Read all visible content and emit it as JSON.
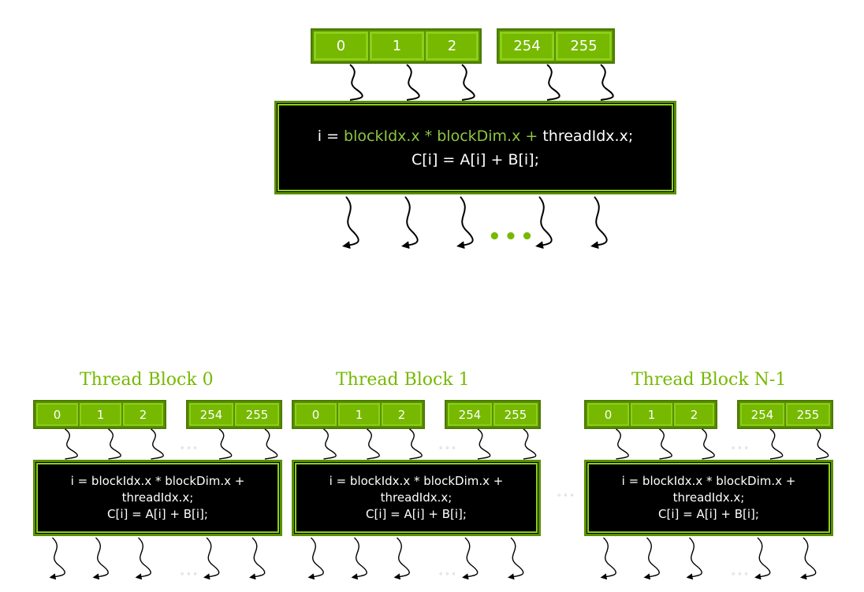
{
  "top": {
    "thread_indices": [
      "0",
      "1",
      "2",
      "254",
      "255"
    ],
    "kernel": {
      "line1_prefix": "i = ",
      "line1_green": "blockIdx.x * blockDim.x + ",
      "line1_suffix": "threadIdx.x;",
      "line2": "C[i] = A[i] + B[i];"
    },
    "ellipsis": "•••"
  },
  "blocks": [
    {
      "title": "Thread Block 0",
      "thread_indices": [
        "0",
        "1",
        "2",
        "254",
        "255"
      ],
      "code_line1": "i = blockIdx.x * blockDim.x +",
      "code_line2": "threadIdx.x;",
      "code_line3": "C[i] = A[i] + B[i];"
    },
    {
      "title": "Thread Block 1",
      "thread_indices": [
        "0",
        "1",
        "2",
        "254",
        "255"
      ],
      "code_line1": "i = blockIdx.x * blockDim.x +",
      "code_line2": "threadIdx.x;",
      "code_line3": "C[i] = A[i] + B[i];"
    },
    {
      "title": "Thread Block N-1",
      "thread_indices": [
        "0",
        "1",
        "2",
        "254",
        "255"
      ],
      "code_line1": "i = blockIdx.x * blockDim.x +",
      "code_line2": "threadIdx.x;",
      "code_line3": "C[i] = A[i] + B[i];"
    }
  ],
  "colors": {
    "accent": "#76b900",
    "kernel_bg": "#000000",
    "text": "#ffffff"
  }
}
